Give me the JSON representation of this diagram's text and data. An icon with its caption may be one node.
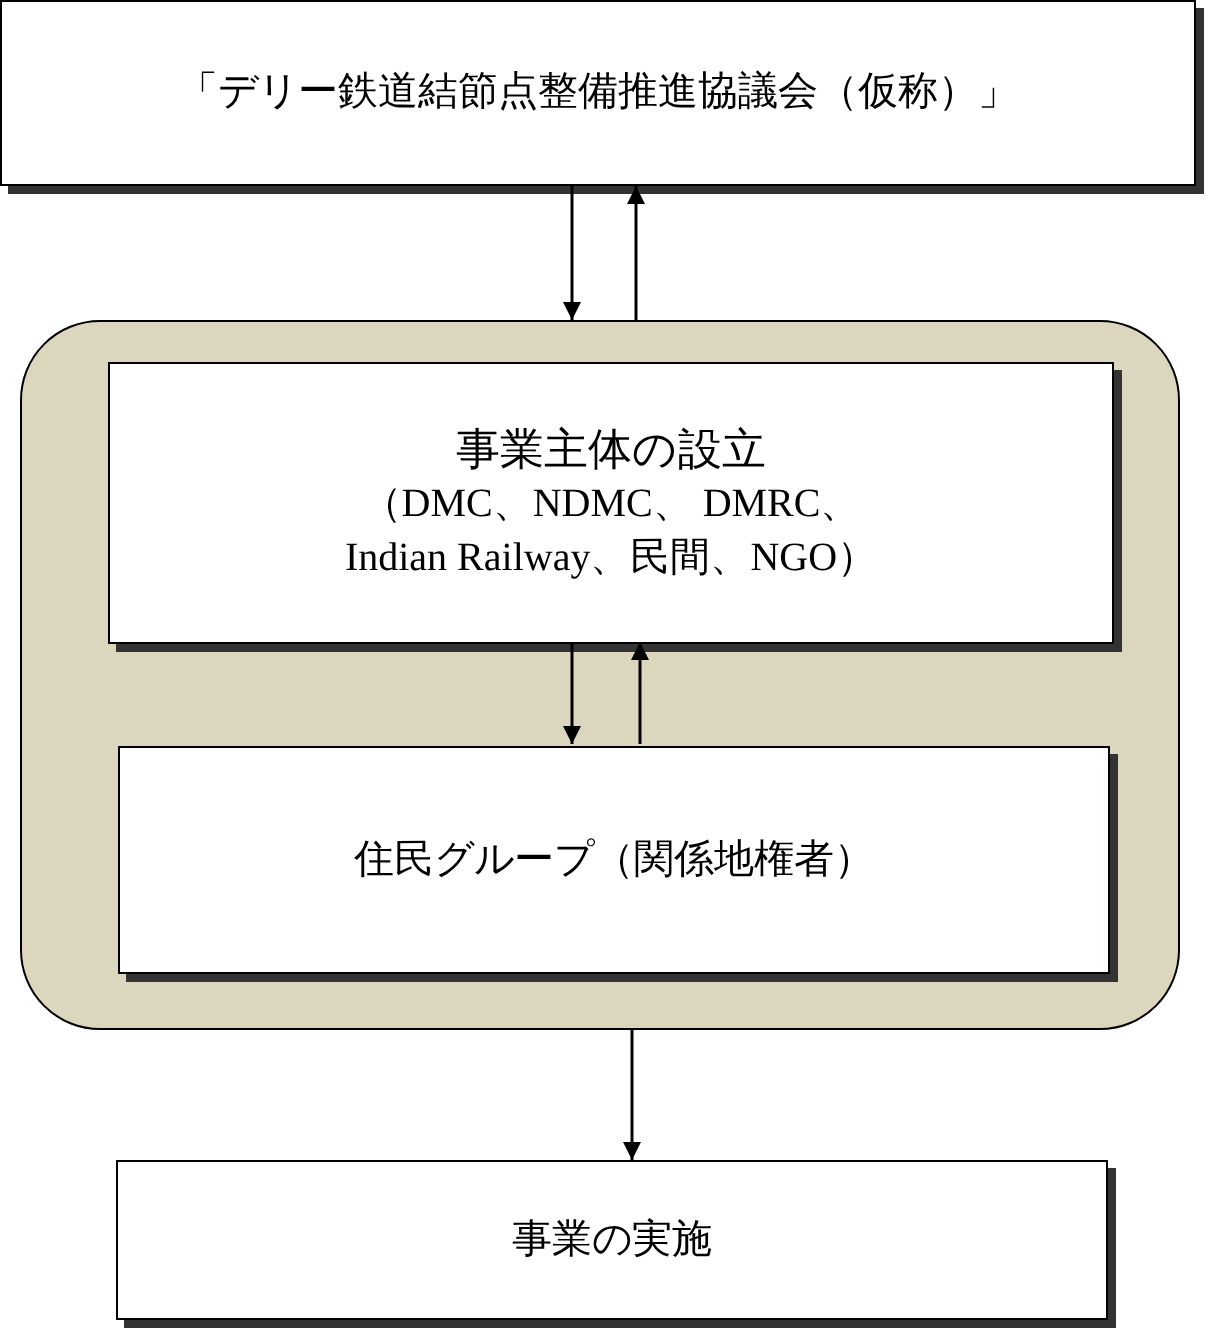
{
  "diagram": {
    "nodes": [
      {
        "text": [
          "「デリー鉄道結節点整備推進協議会（仮称）」"
        ]
      },
      {
        "text": [],
        "shape": "box"
      },
      {
        "text": [
          "事業主体の設立",
          "（DMC、NDMC、 DMRC、 Indian Railway、民間、NGO）"
        ],
        "in": 1
      },
      {
        "text": [
          "住民グループ（関係地権者）"
        ],
        "in": 1
      },
      {
        "text": [
          "事業の実施"
        ]
      }
    ],
    "edges": [
      {
        "from": 0,
        "to": 1,
        "arrow": "to"
      },
      {
        "from": 1,
        "to": 0,
        "arrow": "to"
      },
      {
        "from": 2,
        "to": 3,
        "arrow": "to"
      },
      {
        "from": 3,
        "to": 2,
        "arrow": "to"
      },
      {
        "from": 1,
        "to": 4,
        "arrow": "to"
      }
    ]
  }
}
